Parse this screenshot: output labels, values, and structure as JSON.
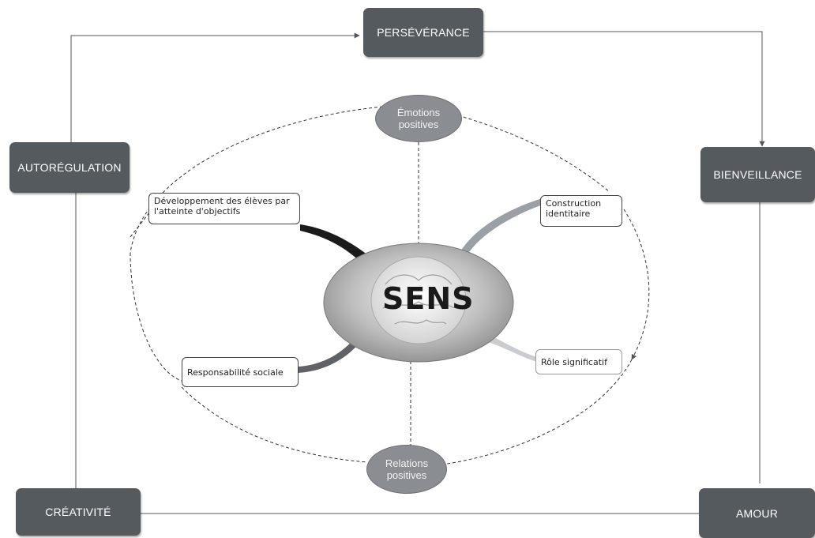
{
  "corners": {
    "top": "PERSÉVÉRANCE",
    "left": "AUTORÉGULATION",
    "right": "BIENVEILLANCE",
    "bottom_left": "CRÉATIVITÉ",
    "bottom_right": "AMOUR"
  },
  "center": "SENS",
  "ovals": {
    "top": "Émotions positives",
    "bottom": "Relations positives"
  },
  "nodes": {
    "development": "Développement des élèves par l'atteinte d'objectifs",
    "construction": "Construction identitaire",
    "responsabilite": "Responsabilité sociale",
    "role": "Rôle significatif"
  },
  "colors": {
    "corner_fill": "#555a5f",
    "oval_fill": "#8a8d91"
  }
}
